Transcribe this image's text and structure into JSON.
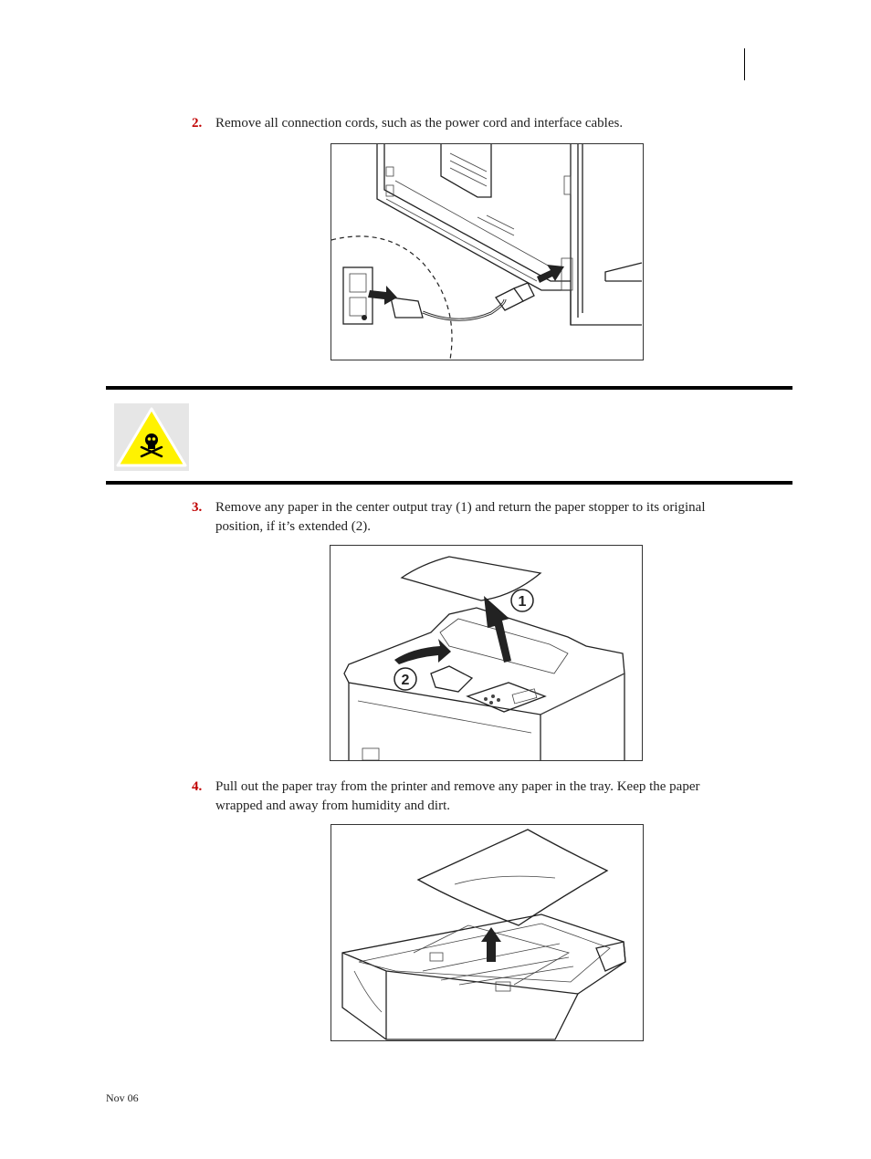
{
  "steps": [
    {
      "number": "2.",
      "text": "Remove all connection cords, such as the power cord and interface cables."
    },
    {
      "number": "3.",
      "text_line1": "Remove any paper in the center output tray (1) and return the paper stopper to its original",
      "text_line2": "position, if it’s extended (2)."
    },
    {
      "number": "4.",
      "text_line1": "Pull out the paper tray from the printer and remove any paper in the tray. Keep the paper",
      "text_line2": "wrapped and away from humidity and dirt."
    }
  ],
  "figure2": {
    "callout1": "1",
    "callout2": "2"
  },
  "footer": {
    "date": "Nov 06"
  },
  "colors": {
    "step_number": "#c00000",
    "warning_yellow": "#fff200"
  }
}
